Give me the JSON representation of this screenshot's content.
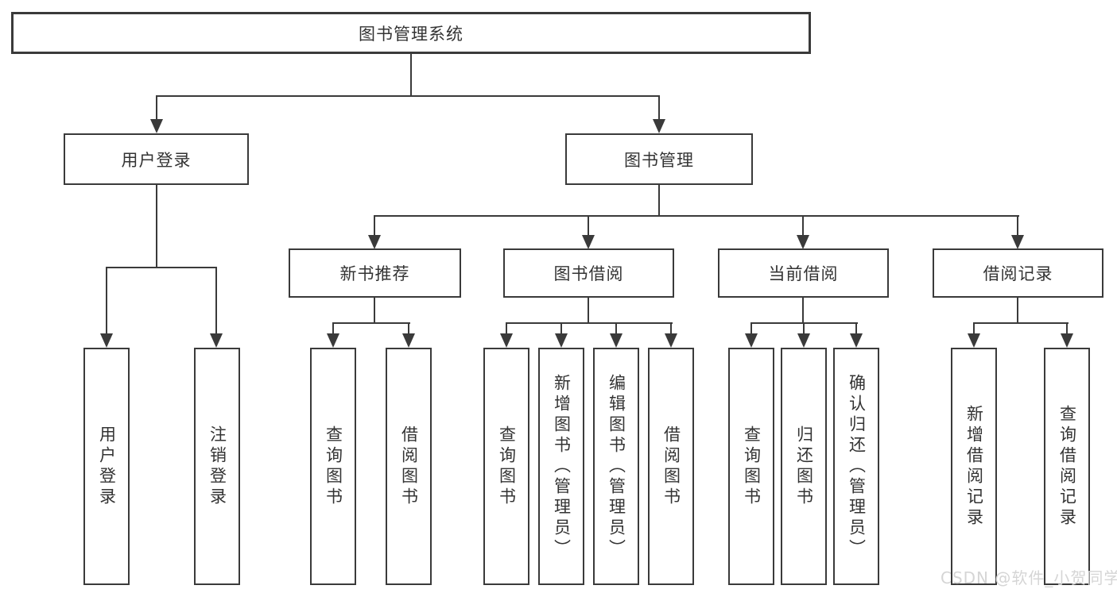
{
  "tree": {
    "root": {
      "label": "图书管理系统"
    },
    "branches": [
      {
        "label": "用户登录",
        "children": [
          {
            "label": "用户登录"
          },
          {
            "label": "注销登录"
          }
        ]
      },
      {
        "label": "图书管理",
        "children": [
          {
            "label": "新书推荐",
            "children": [
              {
                "label": "查询图书"
              },
              {
                "label": "借阅图书"
              }
            ]
          },
          {
            "label": "图书借阅",
            "children": [
              {
                "label": "查询图书"
              },
              {
                "label": "新增图书（管理员）"
              },
              {
                "label": "编辑图书（管理员）"
              },
              {
                "label": "借阅图书"
              }
            ]
          },
          {
            "label": "当前借阅",
            "children": [
              {
                "label": "查询图书"
              },
              {
                "label": "归还图书"
              },
              {
                "label": "确认归还（管理员）"
              }
            ]
          },
          {
            "label": "借阅记录",
            "children": [
              {
                "label": "新增借阅记录"
              },
              {
                "label": "查询借阅记录"
              }
            ]
          }
        ]
      }
    ]
  },
  "watermark": {
    "text": "CSDN @软件_小贺同学"
  },
  "colors": {
    "line": "#3a3a3a",
    "text": "#333333",
    "box_bg": "#ffffff",
    "page_bg": "#ffffff",
    "watermark": "#d5d5d5"
  }
}
